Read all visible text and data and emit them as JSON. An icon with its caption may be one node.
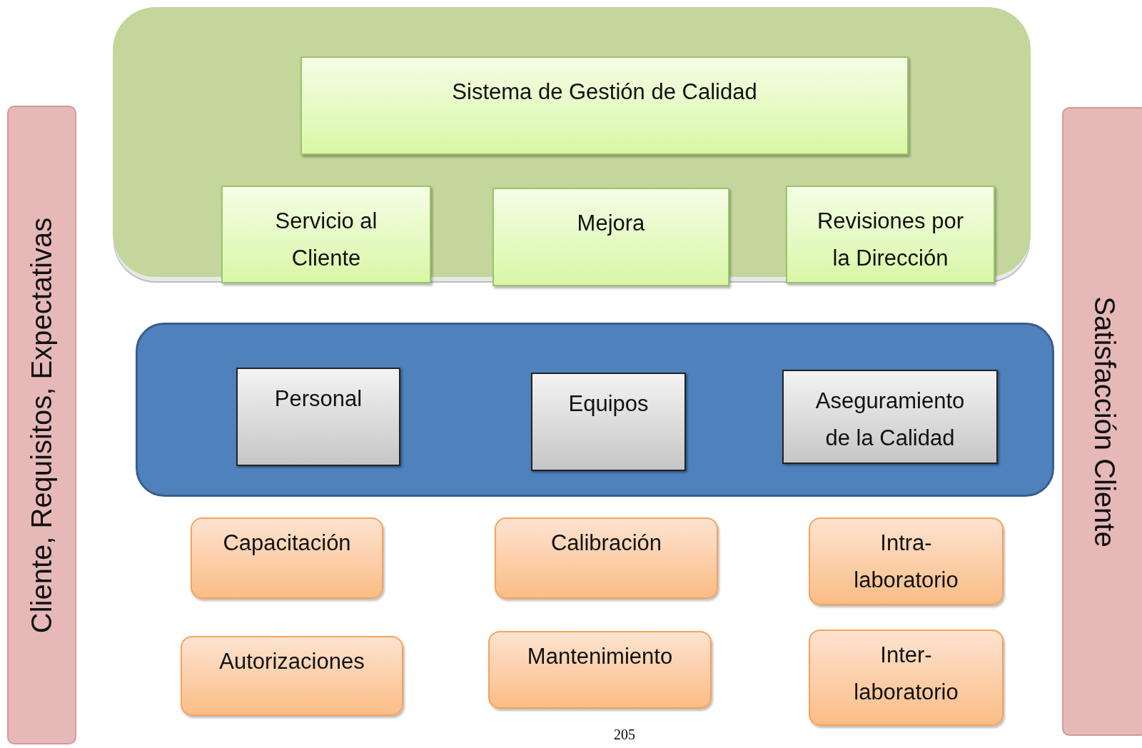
{
  "diagram": {
    "nodes": [
      {
        "text": [
          "Cliente, Requisitos, Expectativas"
        ]
      },
      {
        "text": [],
        "shape": "box"
      },
      {
        "text": [
          "Sistema de Gestión de Calidad"
        ],
        "in": 1
      },
      {
        "text": [
          "Servicio al Cliente"
        ]
      },
      {
        "text": [
          "Mejora"
        ]
      },
      {
        "text": [
          "Revisiones por la Dirección"
        ]
      },
      {
        "text": [],
        "shape": "box"
      },
      {
        "text": [
          "Personal"
        ],
        "in": 6
      },
      {
        "text": [
          "Equipos"
        ],
        "in": 6
      },
      {
        "text": [
          "Aseguramiento de la Calidad"
        ],
        "in": 6
      },
      {
        "text": [
          "Capacitación"
        ]
      },
      {
        "text": [
          "Calibración"
        ]
      },
      {
        "text": [
          "Intra- laboratorio"
        ]
      },
      {
        "text": [
          "Autorizaciones"
        ]
      },
      {
        "text": [
          "Mantenimiento"
        ]
      },
      {
        "text": [
          "Inter- laboratorio"
        ]
      },
      {
        "text": [
          "Satisfacción Cliente"
        ]
      }
    ],
    "labels": [
      "205"
    ]
  }
}
